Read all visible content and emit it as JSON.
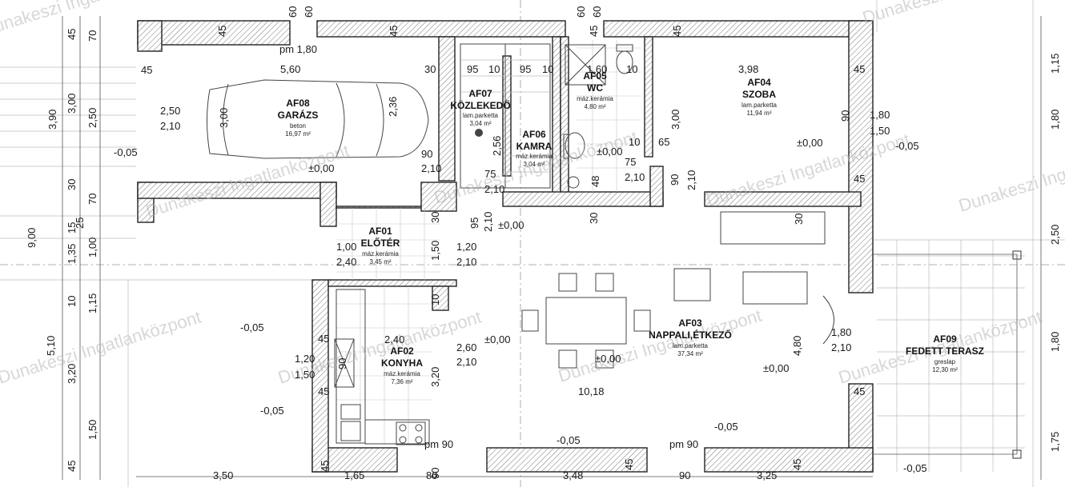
{
  "rooms": {
    "af01": {
      "code": "AF01",
      "name": "ELŐTÉR",
      "floor": "máz.kerámia",
      "area": "3,45 m²"
    },
    "af02": {
      "code": "AF02",
      "name": "KONYHA",
      "floor": "máz.kerámia",
      "area": "7,36 m²"
    },
    "af03": {
      "code": "AF03",
      "name": "NAPPALI,ÉTKEZŐ",
      "floor": "lam.parketta",
      "area": "37,34 m²"
    },
    "af04": {
      "code": "AF04",
      "name": "SZOBA",
      "floor": "lam.parketta",
      "area": "11,94 m²"
    },
    "af05": {
      "code": "AF05",
      "name": "WC",
      "floor": "máz.kerámia",
      "area": "4,80 m²"
    },
    "af06": {
      "code": "AF06",
      "name": "KAMRA",
      "floor": "máz.kerámia",
      "area": "3,04 m²"
    },
    "af07": {
      "code": "AF07",
      "name": "KÖZLEKEDŐ",
      "floor": "lam.parketta",
      "area": "3,04 m²"
    },
    "af08": {
      "code": "AF08",
      "name": "GARÁZS",
      "floor": "beton",
      "area": "16,97 m²"
    },
    "af09": {
      "code": "AF09",
      "name": "FEDETT TERASZ",
      "floor": "greslap",
      "area": "12,30 m²"
    }
  },
  "levels": {
    "zero": "±0,00",
    "minus": "-0,05"
  },
  "watermark": "Dunakeszi Ingatlanközpont",
  "dims": {
    "left_outer": [
      "9,00",
      "5,10"
    ],
    "left_mid": [
      "3,90",
      "1,35",
      "3,20"
    ],
    "left_inner": [
      "70",
      "3,00",
      "30",
      "70",
      "15",
      "1,00",
      "10",
      "1,15",
      "1,50",
      "45",
      "45",
      "2,50",
      "25"
    ],
    "right": [
      "1,15",
      "1,80",
      "2,50",
      "1,80",
      "1,75"
    ],
    "top": [
      "60",
      "60",
      "60",
      "60",
      "45",
      "45",
      "45",
      "45",
      "pm 1,80"
    ],
    "bottom": [
      "3,50",
      "1,65",
      "3,48",
      "3,25",
      "45",
      "45",
      "45",
      "90",
      "80",
      "90"
    ],
    "garage": [
      "45",
      "5,60",
      "2,50",
      "2,10",
      "3,00",
      "2,36",
      "30",
      "90",
      "2,10"
    ],
    "hall": [
      "95",
      "10",
      "95",
      "10",
      "1,60",
      "10",
      "2,56",
      "75",
      "2,10",
      "48",
      "30",
      "95",
      "2,10"
    ],
    "wc": [
      "75",
      "2,10",
      "90",
      "2,10",
      "10",
      "65",
      "3,00"
    ],
    "room": [
      "3,98",
      "45",
      "90",
      "1,80",
      "1,50",
      "45",
      "30"
    ],
    "entry": [
      "1,00",
      "2,40",
      "1,50",
      "1,20",
      "2,10",
      "30"
    ],
    "kitchen": [
      "2,40",
      "2,60",
      "2,10",
      "45",
      "1,20",
      "90",
      "1,50",
      "45",
      "3,20",
      "10"
    ],
    "living": [
      "4,80",
      "1,80",
      "2,10",
      "10,18",
      "45",
      "pm 90",
      "pm 90"
    ]
  }
}
